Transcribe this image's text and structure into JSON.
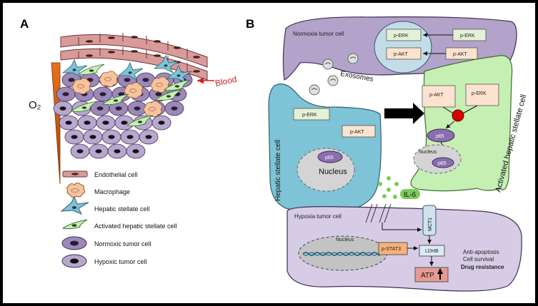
{
  "panels": {
    "a": "A",
    "b": "B"
  },
  "panel_a": {
    "o2_label": "O₂",
    "blood_label": "Blood",
    "legend": [
      {
        "icon": "endothelial-cell",
        "label": "Endothelial cell"
      },
      {
        "icon": "macrophage",
        "label": "Macrophage"
      },
      {
        "icon": "hepatic-stellate-cell",
        "label": "Hepatic stellate cell"
      },
      {
        "icon": "activated-hepatic-stellate-cell",
        "label": "Activated hepatic stellate cell"
      },
      {
        "icon": "normoxic-tumor-cell",
        "label": "Normoxic tumor cell"
      },
      {
        "icon": "hypoxic-tumor-cell",
        "label": "Hypoxic tumor cell"
      }
    ]
  },
  "panel_b": {
    "normoxia_title": "Normoxia tumor cell",
    "normoxia_inner_perk": "p-ERK",
    "normoxia_inner_pakt": "p-AKT",
    "normoxia_outer_perk": "p-ERK",
    "normoxia_outer_pakt": "p-AKT",
    "exosomes": "Exosomes",
    "hsc_label": "Hepatic stellate cell",
    "hsc_perk": "p-ERK",
    "hsc_pakt": "p-AKT",
    "hsc_p65": "p65",
    "hsc_nucleus": "Nucleus",
    "ahsc_label": "Activated hepatic stellate cell",
    "ahsc_pakt": "p-AKT",
    "ahsc_perk": "p-ERK",
    "ahsc_p65": "p65",
    "ahsc_nucleus": "Nucleus",
    "ahsc_nuclear_p65": "p65",
    "il6": "IL-6",
    "hypoxia_title": "Hypoxia tumor cell",
    "mct1": "MCT1",
    "hypoxia_nucleus": "Nucleus",
    "pstat3": "p-STAT3",
    "ldhb": "LDHB",
    "atp": "ATP",
    "outcome_1": "Anti-apoptosis",
    "outcome_2": "Cell survival",
    "outcome_3": "Drug resistance"
  },
  "colors": {
    "endothelial": "#d99a9a",
    "macrophage": "#f6c39c",
    "stellate": "#7ec3d6",
    "activated": "#c6efb4",
    "normoxic": "#9d89b8",
    "hypoxic": "#b7a8cf",
    "blood": "#d62020",
    "node": "#d40000"
  }
}
